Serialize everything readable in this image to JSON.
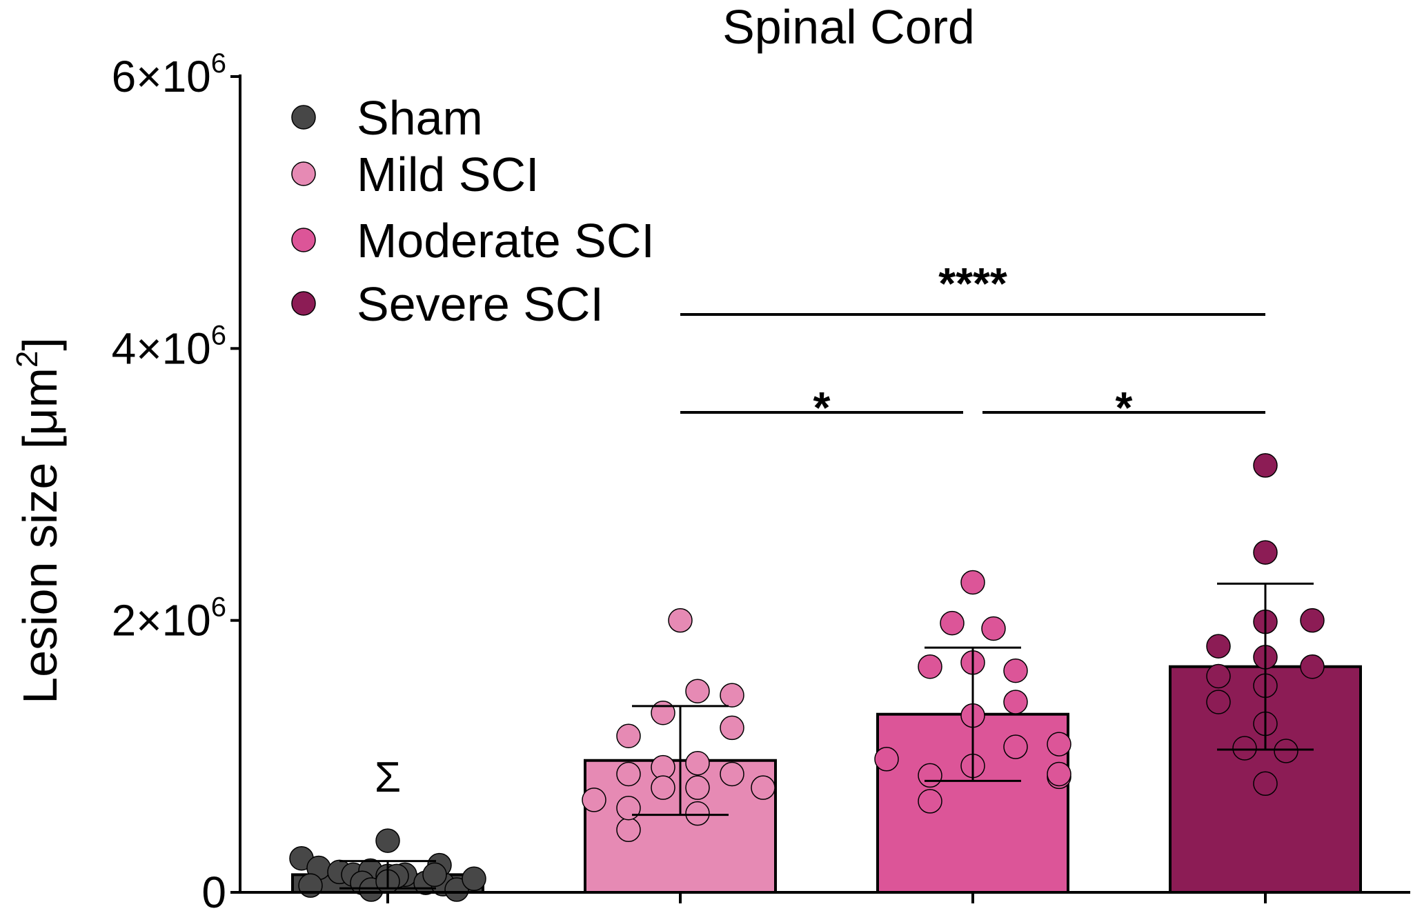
{
  "chart_data": {
    "type": "bar",
    "title": "Spinal Cord",
    "ylabel": "Lesion size [μm²]",
    "ylabel_main": "Lesion size [μm",
    "ylabel_sup": "2",
    "ylabel_close": "]",
    "xlabel": "",
    "ylim": [
      0,
      6000000
    ],
    "yticks": [
      {
        "value": 0,
        "base": "0",
        "exp": ""
      },
      {
        "value": 2000000,
        "base": "2×10",
        "exp": "6"
      },
      {
        "value": 4000000,
        "base": "4×10",
        "exp": "6"
      },
      {
        "value": 6000000,
        "base": "6×10",
        "exp": "6"
      }
    ],
    "legend_position": "top-left",
    "series": [
      {
        "name": "Sham",
        "color": "#474747",
        "mean": 130000,
        "error": 100000,
        "points": [
          250000,
          180000,
          150000,
          130000,
          160000,
          120000,
          130000,
          70000,
          60000,
          20000,
          100000,
          50000,
          70000,
          200000,
          120000,
          20000,
          80000,
          130000,
          380000
        ]
      },
      {
        "name": "Mild SCI",
        "color": "#e68ab4",
        "mean": 970000,
        "error": 400000,
        "points": [
          680000,
          460000,
          1150000,
          870000,
          2000000,
          1320000,
          920000,
          770000,
          950000,
          1480000,
          770000,
          580000,
          1210000,
          1450000,
          870000,
          620000,
          770000
        ]
      },
      {
        "name": "Moderate SCI",
        "color": "#dc5598",
        "mean": 1310000,
        "error": 490000,
        "points": [
          980000,
          670000,
          860000,
          1660000,
          1980000,
          1690000,
          1300000,
          930000,
          2280000,
          1940000,
          1630000,
          1400000,
          1070000,
          850000,
          1090000,
          870000
        ]
      },
      {
        "name": "Severe SCI",
        "color": "#8c1c55",
        "mean": 1660000,
        "error": 610000,
        "points": [
          1810000,
          1590000,
          1400000,
          1060000,
          3140000,
          2500000,
          1990000,
          1730000,
          1520000,
          1240000,
          800000,
          1040000,
          2000000,
          1660000
        ]
      }
    ],
    "annotations": {
      "sham_marker": "Σ",
      "comparisons": [
        {
          "from": "Mild SCI",
          "to": "Severe SCI",
          "label": "****"
        },
        {
          "from": "Mild SCI",
          "to": "Moderate SCI",
          "label": "*"
        },
        {
          "from": "Moderate SCI",
          "to": "Severe SCI",
          "label": "*"
        }
      ]
    }
  }
}
